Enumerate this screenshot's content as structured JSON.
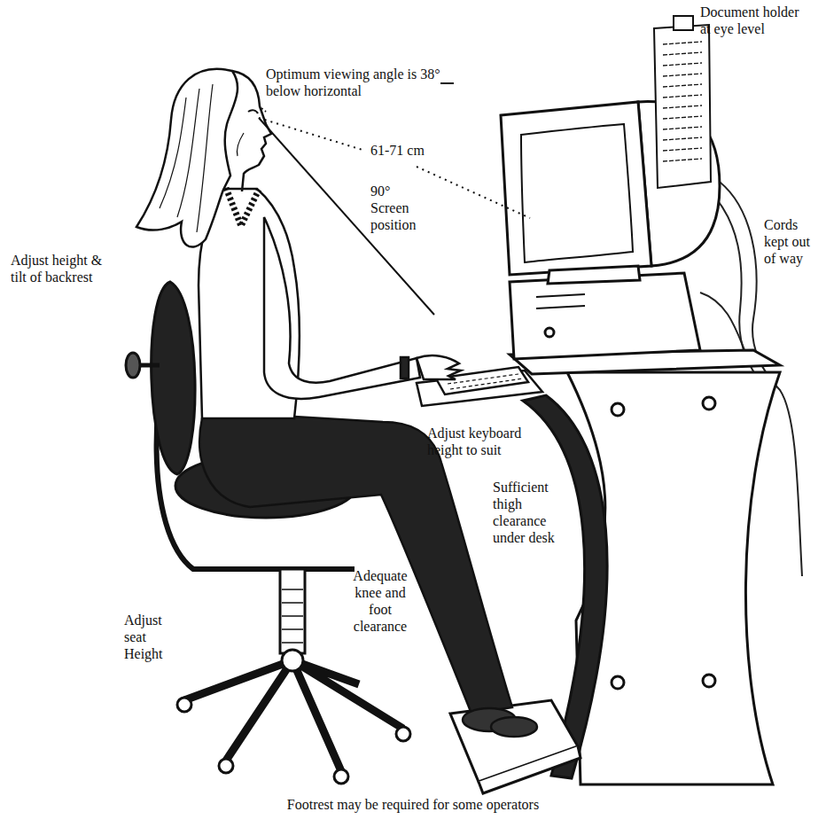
{
  "diagram": {
    "caption": "Footrest may be required for some operators",
    "labels": [
      "Document holder at eye level",
      "Optimum viewing angle is 38° below horizontal",
      "61-71 cm",
      "90° Screen position",
      "Cords kept out of way",
      "Adjust height & tilt of backrest",
      "Adjust keyboard height to suit",
      "Sufficient thigh clearance under desk",
      "Adequate knee and foot clearance",
      "Adjust seat Height"
    ]
  }
}
